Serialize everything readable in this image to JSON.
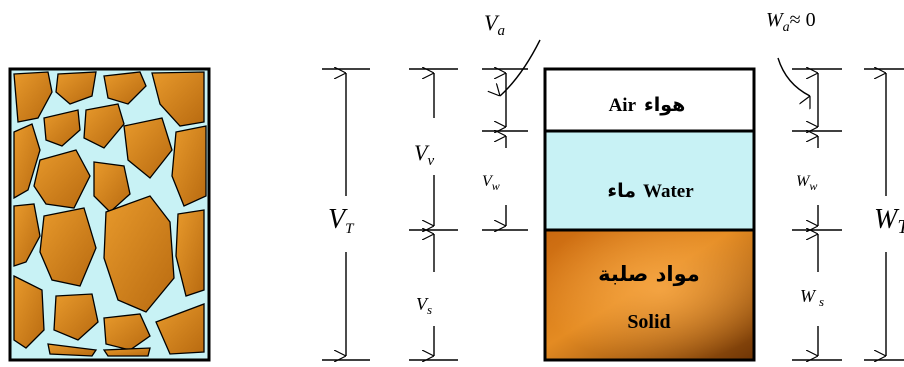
{
  "labels": {
    "va": "V",
    "va_sub": "a",
    "vv": "V",
    "vv_sub": "v",
    "vw": "V",
    "vw_sub": "w",
    "vs": "V",
    "vs_sub": "s",
    "vt": "V",
    "vt_sub": "T",
    "wa": "W",
    "wa_sub": "a",
    "wa_rel": "≈ 0",
    "ww": "W",
    "ww_sub": "w",
    "ws": "W",
    "ws_sub": "s",
    "wt": "W",
    "wt_sub": "T"
  },
  "phases": {
    "air_ar": "هواء",
    "air_en": "Air",
    "water_ar": "ماء",
    "water_en": "Water",
    "solid_ar": "مواد صلبة",
    "solid_en": "Solid"
  },
  "colors": {
    "air": "#ffffff",
    "water": "#c8f2f5",
    "solid_light": "#f3a33a",
    "solid_dark": "#7a3c07",
    "particle": "#d98c1e",
    "outline": "#000000"
  }
}
